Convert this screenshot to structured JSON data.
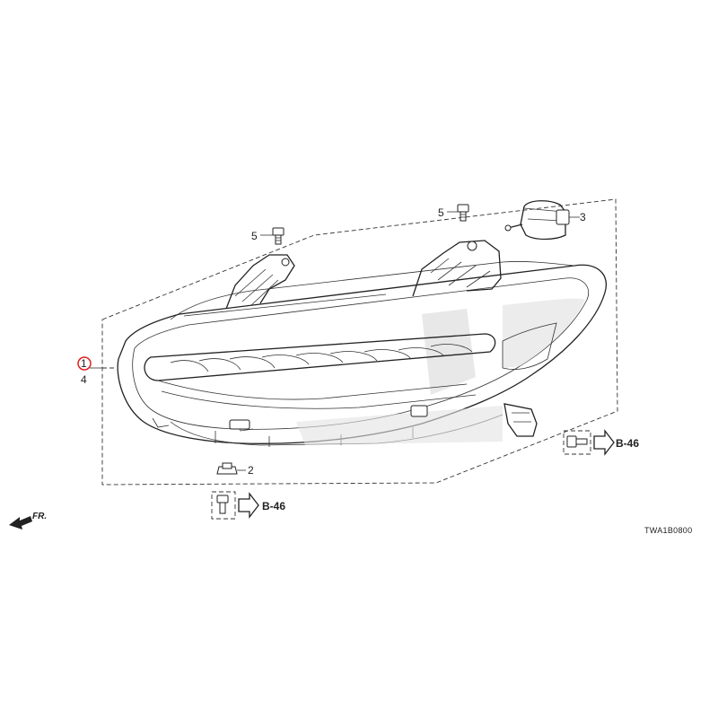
{
  "diagram": {
    "callouts": {
      "part_1": "1",
      "part_4": "4",
      "part_2": "2",
      "part_3": "3",
      "part_5_left": "5",
      "part_5_right": "5"
    },
    "references": {
      "ref_right": "B-46",
      "ref_bottom": "B-46"
    },
    "front_label": "FR.",
    "diagram_code": "TWA1B0800",
    "highlight_color": "#e02020"
  }
}
